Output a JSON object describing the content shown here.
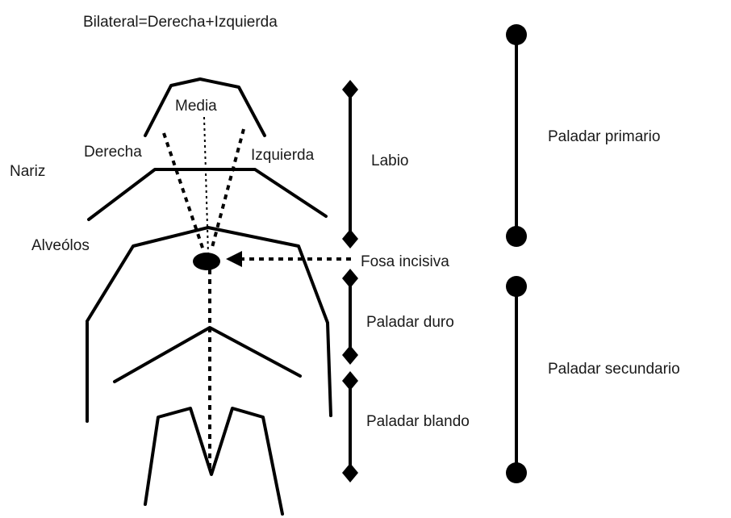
{
  "title": "Bilateral=Derecha+Izquierda",
  "labels": {
    "media": "Media",
    "derecha": "Derecha",
    "izquierda": "Izquierda",
    "nariz": "Nariz",
    "alveolos": "Alveólos",
    "fosa_incisiva": "Fosa incisiva"
  },
  "segments": {
    "labio": "Labio",
    "paladar_duro": "Paladar duro",
    "paladar_blando": "Paladar blando"
  },
  "regions": {
    "paladar_primario": "Paladar primario",
    "paladar_secundario": "Paladar secundario"
  }
}
